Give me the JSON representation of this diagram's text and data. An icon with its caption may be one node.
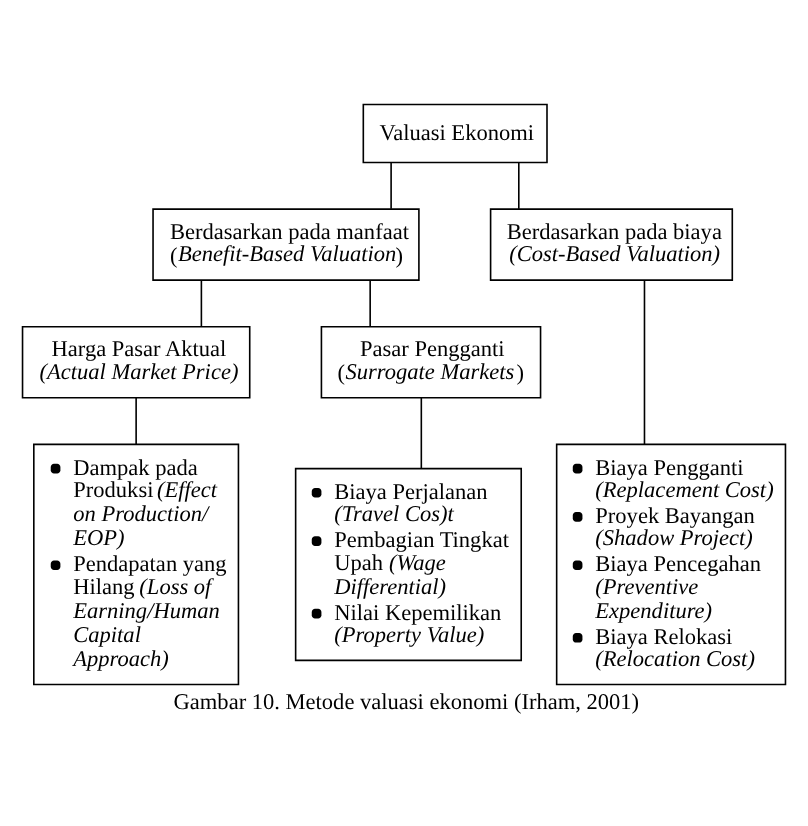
{
  "diagram": {
    "caption": "Gambar 10. Metode valuasi ekonomi (Irham, 2001)",
    "nodes": [
      {
        "text": [
          "Valuasi Ekonomi"
        ]
      },
      {
        "text": [
          "Berdasarkan pada manfaat",
          "(*Benefit-Based Valuation*)"
        ]
      },
      {
        "text": [
          "Berdasarkan pada biaya",
          "*(Cost-Based Valuation)*"
        ]
      },
      {
        "text": [
          "Harga Pasar Aktual",
          "*(Actual Market Price)*"
        ]
      },
      {
        "text": [
          "Pasar Pengganti",
          "(*Surrogate Markets*)"
        ]
      },
      {
        "text": [
          "Dampak pada Produksi *(Effect on Production/ EOP)*",
          "Pendapatan yang Hilang *(Loss of Earning/Human Capital Approach)*"
        ]
      },
      {
        "text": [
          "Biaya Perjalanan *(Travel Cos)t*",
          "Pembagian Tingkat Upah *(Wage Differential)*",
          "Nilai Kepemilikan *(Property Value)*"
        ]
      },
      {
        "text": [
          "Biaya Pengganti *(Replacement Cost)*",
          "Proyek Bayangan *(Shadow Project)*",
          "Biaya Pencegahan *(Preventive Expenditure)*",
          "Biaya Relokasi *(Relocation Cost)*"
        ]
      }
    ],
    "edges": [
      {
        "from": 0,
        "to": 1,
        "arrow": "none"
      },
      {
        "from": 0,
        "to": 2,
        "arrow": "none"
      },
      {
        "from": 1,
        "to": 3,
        "arrow": "none"
      },
      {
        "from": 1,
        "to": 4,
        "arrow": "none"
      },
      {
        "from": 3,
        "to": 5,
        "arrow": "none"
      },
      {
        "from": 4,
        "to": 6,
        "arrow": "none"
      },
      {
        "from": 2,
        "to": 7,
        "arrow": "none"
      }
    ]
  }
}
